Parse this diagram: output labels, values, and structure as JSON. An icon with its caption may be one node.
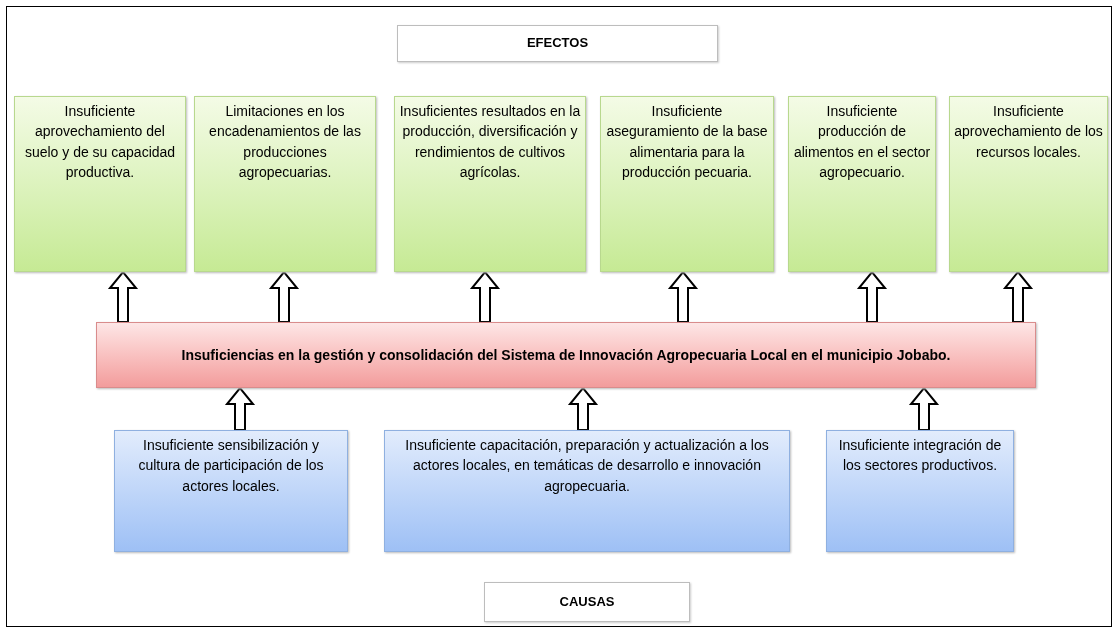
{
  "diagram": {
    "nodes": [
      {
        "text": [
          "EFECTOS"
        ]
      },
      {
        "text": [
          "Insuficiente aprovechamiento del suelo y de su capacidad productiva."
        ]
      },
      {
        "text": [
          "Limitaciones en los encadenamientos de las producciones agropecuarias."
        ]
      },
      {
        "text": [
          "Insuficientes resultados en la producción, diversificación y rendimientos de cultivos agrícolas."
        ]
      },
      {
        "text": [
          "Insuficiente aseguramiento de la base alimentaria para la producción pecuaria."
        ]
      },
      {
        "text": [
          "Insuficiente producción de alimentos en el sector agropecuario."
        ]
      },
      {
        "text": [
          "Insuficiente aprovechamiento de los recursos locales."
        ]
      },
      {
        "text": [
          "Insuficiencias en la gestión y consolidación del Sistema de Innovación Agropecuaria Local en el municipio Jobabo."
        ]
      },
      {
        "text": [
          "Insuficiente sensibilización y cultura de participación de los actores locales."
        ]
      },
      {
        "text": [
          "Insuficiente capacitación, preparación y actualización a los actores locales, en temáticas de desarrollo e innovación agropecuaria."
        ]
      },
      {
        "text": [
          "Insuficiente integración de los sectores productivos."
        ]
      },
      {
        "text": [
          "CAUSAS"
        ]
      }
    ],
    "edges": [
      {
        "from": 7,
        "to": 1,
        "arrow": "to"
      },
      {
        "from": 7,
        "to": 2,
        "arrow": "to"
      },
      {
        "from": 7,
        "to": 3,
        "arrow": "to"
      },
      {
        "from": 7,
        "to": 4,
        "arrow": "to"
      },
      {
        "from": 7,
        "to": 5,
        "arrow": "to"
      },
      {
        "from": 7,
        "to": 6,
        "arrow": "to"
      },
      {
        "from": 8,
        "to": 7,
        "arrow": "to"
      },
      {
        "from": 9,
        "to": 7,
        "arrow": "to"
      },
      {
        "from": 10,
        "to": 7,
        "arrow": "to"
      }
    ]
  }
}
